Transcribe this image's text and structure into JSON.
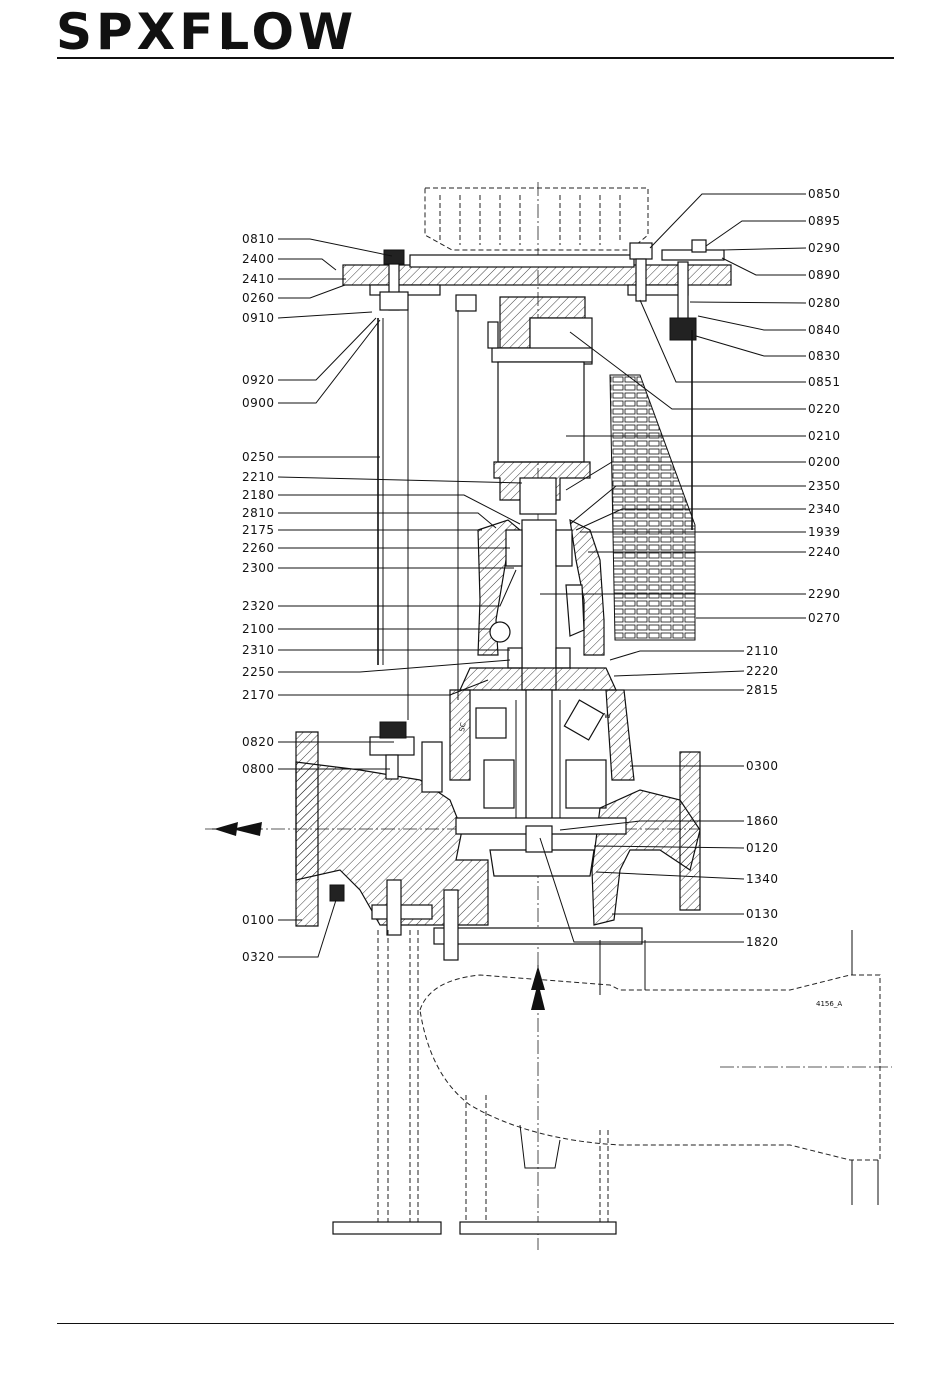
{
  "logo": {
    "text": "SPXFLOW",
    "reg_mark": "®"
  },
  "drawing": {
    "id": "4156_A",
    "callouts_left": [
      "0810",
      "2400",
      "2410",
      "0260",
      "0910",
      "0920",
      "0900",
      "0250",
      "2210",
      "2180",
      "2810",
      "2175",
      "2260",
      "2300",
      "2320",
      "2100",
      "2310",
      "2250",
      "2170",
      "0820",
      "0800",
      "0100",
      "0320"
    ],
    "callouts_right": [
      "0850",
      "0895",
      "0290",
      "0890",
      "0280",
      "0840",
      "0830",
      "0851",
      "0220",
      "0210",
      "0200",
      "2350",
      "2340",
      "1939",
      "2240",
      "2290",
      "0270",
      "2110",
      "2220",
      "2815",
      "0300",
      "1860",
      "0120",
      "1340",
      "0130",
      "1820"
    ],
    "inline_marks": [
      "SC",
      "W"
    ]
  },
  "colors": {
    "ink": "#111111",
    "paper": "#ffffff"
  }
}
